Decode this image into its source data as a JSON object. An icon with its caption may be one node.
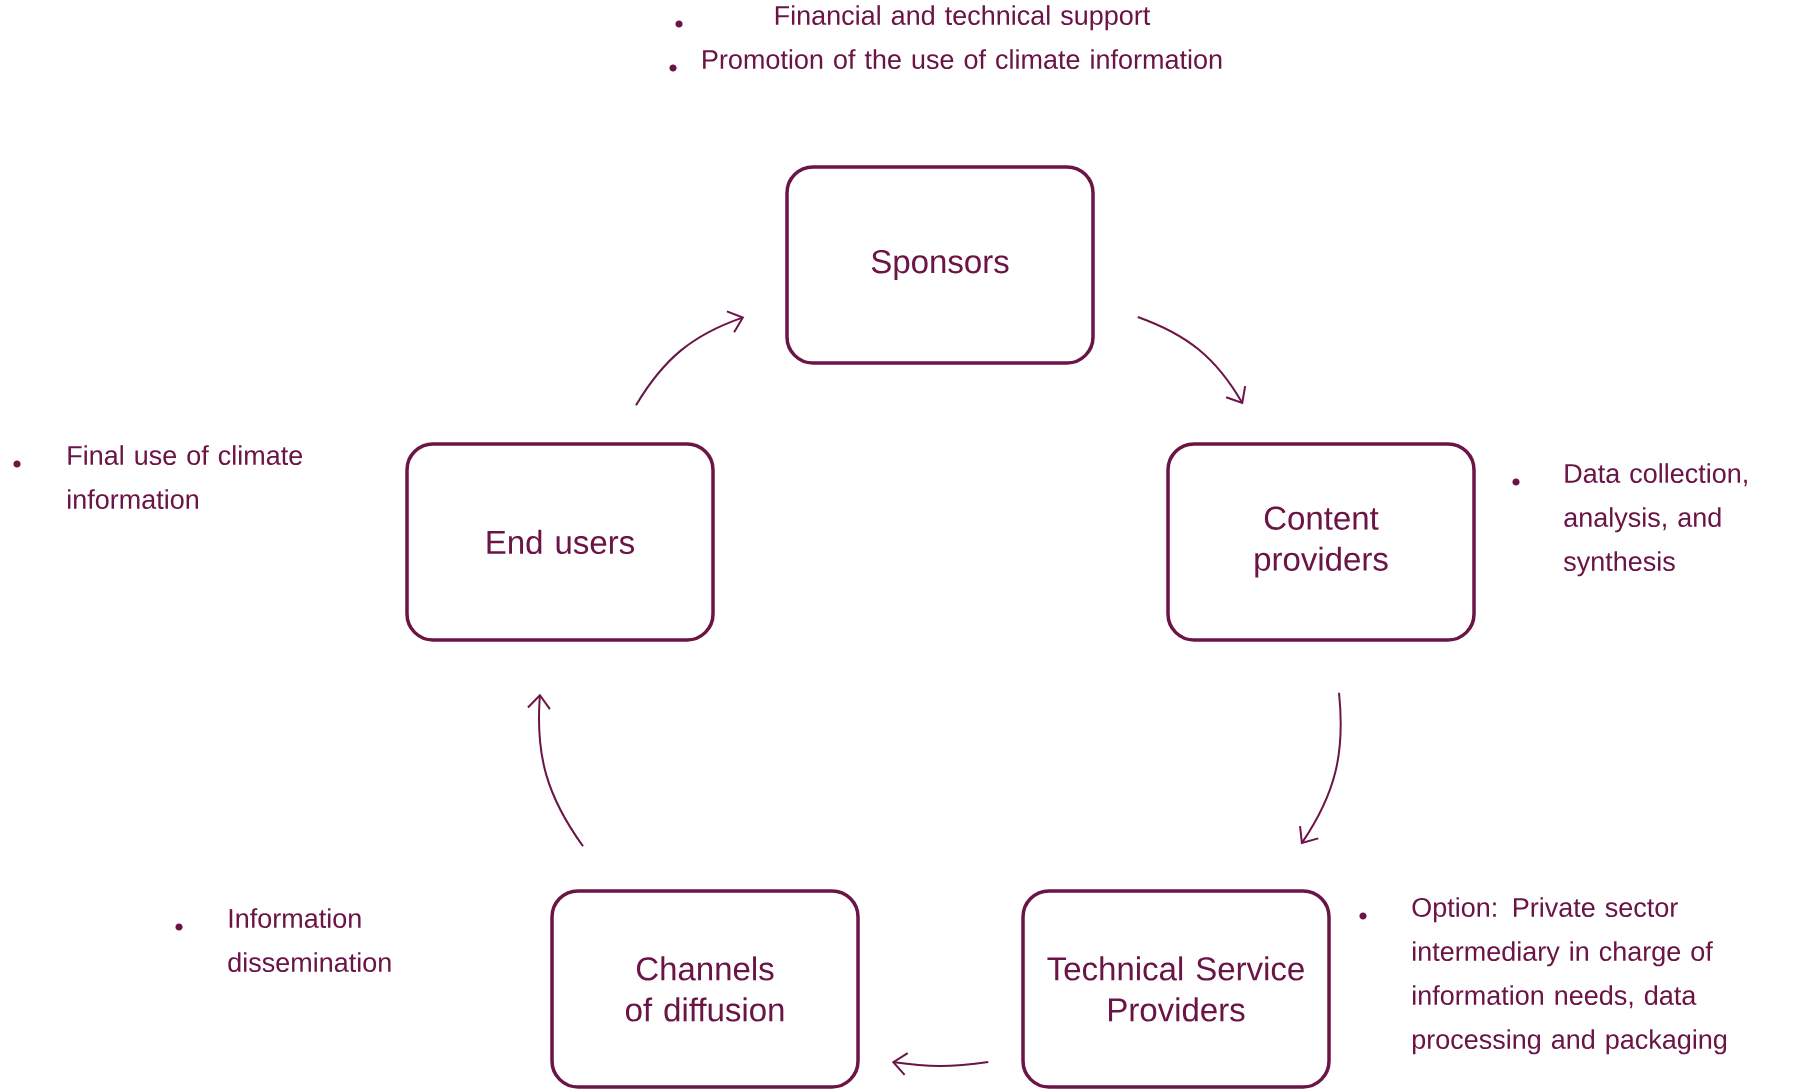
{
  "diagram": {
    "nodes": [
      {
        "text": [
          "Sponsors"
        ],
        "beside": [
          "Financial and technical support",
          "Promotion of the use of climate information"
        ]
      },
      {
        "text": [
          "End users"
        ],
        "beside": [
          "Final use of climate information"
        ]
      },
      {
        "text": [
          "Content providers"
        ],
        "beside": [
          "Data collection, analysis, and synthesis"
        ]
      },
      {
        "text": [
          "Channels of diffusion"
        ]
      },
      {
        "text": [
          "Technical Service Providers"
        ],
        "beside": [
          "Option: Private sector intermediary in charge of information needs, data processing and packaging"
        ]
      }
    ],
    "edges": [
      {
        "from": 0,
        "to": 2,
        "arrow": "to"
      },
      {
        "from": 2,
        "to": 4,
        "arrow": "to"
      },
      {
        "from": 4,
        "to": 3,
        "arrow": "to"
      },
      {
        "from": 3,
        "to": 1,
        "arrow": "to"
      },
      {
        "from": 1,
        "to": 0,
        "arrow": "to"
      }
    ],
    "labels": [
      "Information dissemination"
    ]
  }
}
